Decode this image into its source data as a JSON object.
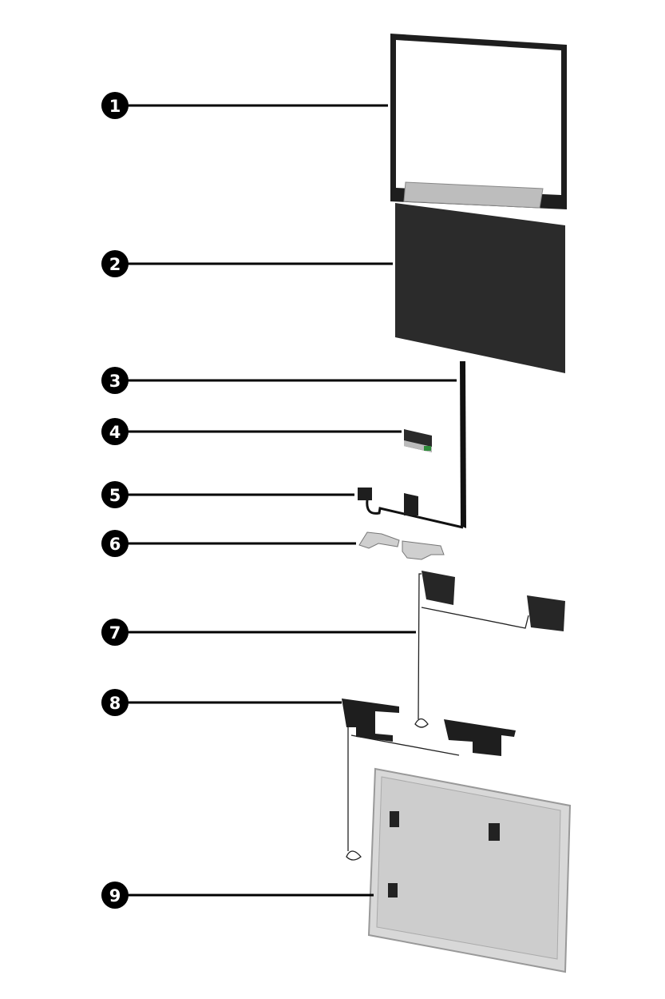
{
  "diagram": {
    "type": "exploded-parts-view",
    "callouts": [
      {
        "number": "1",
        "part": "display-bezel"
      },
      {
        "number": "2",
        "part": "display-panel"
      },
      {
        "number": "3",
        "part": "display-cable"
      },
      {
        "number": "4",
        "part": "camera-module"
      },
      {
        "number": "5",
        "part": "camera-cable"
      },
      {
        "number": "6",
        "part": "display-hinges"
      },
      {
        "number": "7",
        "part": "wlan-antenna"
      },
      {
        "number": "8",
        "part": "wwan-antenna"
      },
      {
        "number": "9",
        "part": "display-back-cover"
      }
    ],
    "colors": {
      "line": "#000000",
      "panel": "#2b2b2b",
      "cover": "#d4d4d4",
      "hinge": "#c8c8c8",
      "board": "#2e8b3a"
    }
  }
}
